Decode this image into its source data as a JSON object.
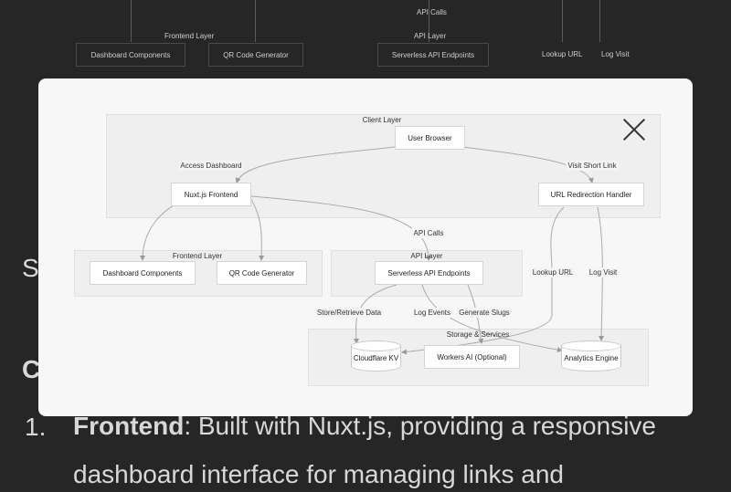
{
  "background": {
    "api_calls": "API Calls",
    "frontend_layer": "Frontend Layer",
    "api_layer": "API Layer",
    "dashboard_components": "Dashboard Components",
    "qr_code_generator": "QR Code Generator",
    "serverless_api_endpoints": "Serverless API Endpoints",
    "lookup_url": "Lookup URL",
    "log_visit": "Log Visit",
    "frag_s": "S",
    "frag_c": "C",
    "list_number": "1.",
    "frontend_bold": "Frontend",
    "line1_rest": ": Built with Nuxt.js, providing a responsive",
    "line2": "dashboard interface for managing links and"
  },
  "diagram": {
    "client_layer": "Client Layer",
    "user_browser": "User Browser",
    "access_dashboard": "Access Dashboard",
    "visit_short_link": "Visit Short Link",
    "nuxt_frontend": "Nuxt.js Frontend",
    "url_redirection_handler": "URL Redirection Handler",
    "api_calls": "API Calls",
    "frontend_layer": "Frontend Layer",
    "dashboard_components": "Dashboard Components",
    "qr_code_generator": "QR Code Generator",
    "api_layer": "API Layer",
    "serverless_api_endpoints": "Serverless API Endpoints",
    "lookup_url": "Lookup URL",
    "log_visit": "Log Visit",
    "store_retrieve_data": "Store/Retrieve Data",
    "log_events": "Log Events",
    "generate_slugs": "Generate Slugs",
    "storage_services": "Storage & Services",
    "cloudflare_kv": "Cloudflare KV",
    "workers_ai": "Workers AI (Optional)",
    "analytics_engine": "Analytics Engine"
  }
}
